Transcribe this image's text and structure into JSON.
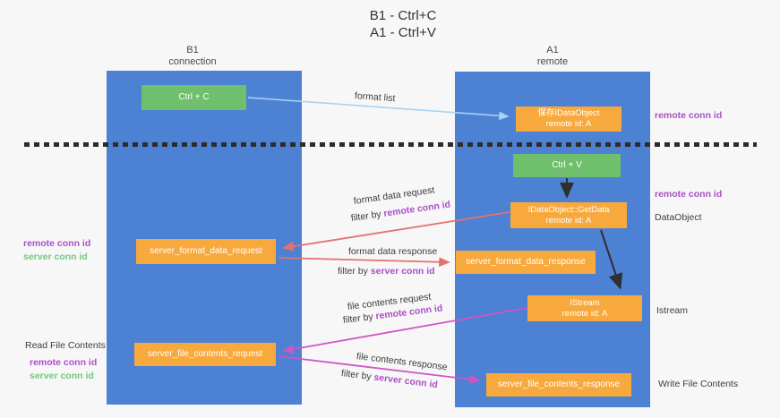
{
  "title": {
    "line1": "B1 - Ctrl+C",
    "line2": "A1 - Ctrl+V"
  },
  "columns": {
    "left": {
      "name": "B1",
      "role": "connection"
    },
    "right": {
      "name": "A1",
      "role": "remote"
    }
  },
  "nodes": {
    "ctrl_c": {
      "label": "Ctrl + C"
    },
    "ctrl_v": {
      "label": "Ctrl + V"
    },
    "saved_dataobject": {
      "line1": "保存IDataObject",
      "line2": "remote id: A"
    },
    "getdata": {
      "line1": "IDataObject::GetData",
      "line2": "remote id: A"
    },
    "istream": {
      "line1": "IStream",
      "line2": "remote id: A"
    },
    "format_request": {
      "label": "server_format_data_request"
    },
    "format_response": {
      "label": "server_format_data_response"
    },
    "file_request": {
      "label": "server_file_contents_request"
    },
    "file_response": {
      "label": "server_file_contents_response"
    }
  },
  "arrows": {
    "format_list": {
      "label": "format list"
    },
    "format_data_request": {
      "label": "format data request",
      "filter_prefix": "filter by ",
      "filter_key": "remote conn id"
    },
    "format_data_response": {
      "label": "format data response",
      "filter_prefix": "filter by ",
      "filter_key": "server conn id"
    },
    "file_contents_request": {
      "label": "file contents request",
      "filter_prefix": "filter by ",
      "filter_key": "remote conn id"
    },
    "file_contents_response": {
      "label": "file contents response",
      "filter_prefix": "filter by ",
      "filter_key": "server conn id"
    }
  },
  "side_labels": {
    "left_mid": {
      "remote": "remote conn id",
      "server": "server conn id"
    },
    "left_bottom": {
      "title": "Read File Contents",
      "remote": "remote conn id",
      "server": "server conn id"
    },
    "right": {
      "remote_top": "remote conn id",
      "remote_mid": "remote conn id",
      "dataobject": "DataObject",
      "istream": "Istream",
      "write_file": "Write File Contents"
    }
  },
  "colors": {
    "column_blue": "#4d81d3",
    "box_green": "#6fbf6c",
    "box_orange": "#f8a93d",
    "arrow_light_blue": "#a9d3f1",
    "arrow_salmon": "#e4716d",
    "arrow_magenta": "#cd56c5",
    "arrow_black": "#2f2f2f",
    "text_purple": "#ab4fc6",
    "text_green": "#72c87d"
  }
}
